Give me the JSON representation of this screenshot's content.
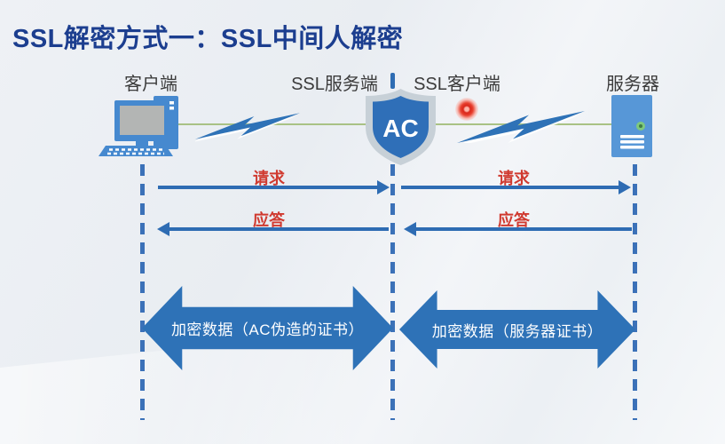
{
  "title": "SSL解密方式一：SSL中间人解密",
  "labels": {
    "client": "客户端",
    "ssl_server": "SSL服务端",
    "ssl_client": "SSL客户端",
    "server": "服务器"
  },
  "shield": {
    "text": "AC"
  },
  "left_channel": {
    "request": "请求",
    "response": "应答",
    "bulk_data": "加密数据（AC伪造的证书）"
  },
  "right_channel": {
    "request": "请求",
    "response": "应答",
    "bulk_data": "加密数据（服务器证书）"
  },
  "icons": {
    "client": "desktop-computer-icon",
    "middle": "ac-shield-icon",
    "server": "server-tower-icon",
    "links": "lightning-bolt-icon",
    "alert": "red-glow-dot-icon"
  },
  "colors": {
    "title": "#1c3e8f",
    "arrow_blue": "#2e6cb3",
    "big_arrow_blue": "#2e72b7",
    "red_label": "#d03a30",
    "icon_blue": "#4689cf",
    "shield_inner": "#2f6fb8",
    "shield_border": "#c7d0d7",
    "green_link_line": "#a9c285",
    "dashed_line": "#3b71b8",
    "background": "#edf0f4"
  }
}
